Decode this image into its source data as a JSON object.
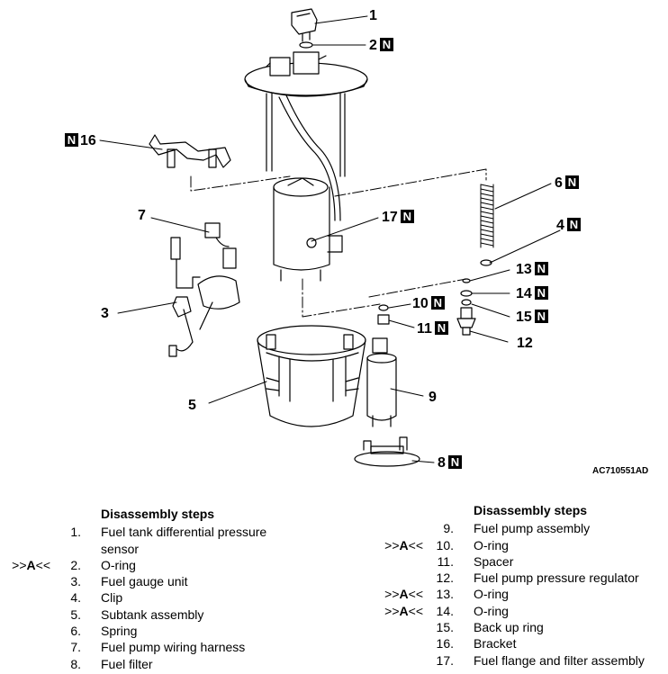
{
  "figure_code": "AC710551AD",
  "new_part_mark": "N",
  "procedure_ref": {
    "pre": ">>",
    "letter": "A",
    "post": "<<"
  },
  "callouts": [
    {
      "num": "1",
      "n": false
    },
    {
      "num": "2",
      "n": true
    },
    {
      "num": "3",
      "n": false
    },
    {
      "num": "4",
      "n": true
    },
    {
      "num": "5",
      "n": false
    },
    {
      "num": "6",
      "n": true
    },
    {
      "num": "7",
      "n": false
    },
    {
      "num": "8",
      "n": true
    },
    {
      "num": "9",
      "n": false
    },
    {
      "num": "10",
      "n": true
    },
    {
      "num": "11",
      "n": true
    },
    {
      "num": "12",
      "n": false
    },
    {
      "num": "13",
      "n": true
    },
    {
      "num": "14",
      "n": true
    },
    {
      "num": "15",
      "n": true
    },
    {
      "num": "16",
      "n": true
    },
    {
      "num": "17",
      "n": true
    }
  ],
  "left_list": {
    "heading": "Disassembly steps",
    "items": [
      {
        "num": "1.",
        "lines": [
          "Fuel tank differential pressure",
          "sensor"
        ],
        "ref": false
      },
      {
        "num": "2.",
        "lines": [
          "O-ring"
        ],
        "ref": true
      },
      {
        "num": "3.",
        "lines": [
          "Fuel gauge unit"
        ],
        "ref": false
      },
      {
        "num": "4.",
        "lines": [
          "Clip"
        ],
        "ref": false
      },
      {
        "num": "5.",
        "lines": [
          "Subtank assembly"
        ],
        "ref": false
      },
      {
        "num": "6.",
        "lines": [
          "Spring"
        ],
        "ref": false
      },
      {
        "num": "7.",
        "lines": [
          "Fuel pump wiring harness"
        ],
        "ref": false
      },
      {
        "num": "8.",
        "lines": [
          "Fuel filter"
        ],
        "ref": false
      }
    ]
  },
  "right_list": {
    "heading": "Disassembly steps",
    "items": [
      {
        "num": "9.",
        "text": "Fuel pump assembly",
        "ref": false
      },
      {
        "num": "10.",
        "text": "O-ring",
        "ref": true
      },
      {
        "num": "11.",
        "text": "Spacer",
        "ref": false
      },
      {
        "num": "12.",
        "text": "Fuel pump pressure regulator",
        "ref": false
      },
      {
        "num": "13.",
        "text": "O-ring",
        "ref": true
      },
      {
        "num": "14.",
        "text": "O-ring",
        "ref": true
      },
      {
        "num": "15.",
        "text": "Back up ring",
        "ref": false
      },
      {
        "num": "16.",
        "text": "Bracket",
        "ref": false
      },
      {
        "num": "17.",
        "text": "Fuel flange and filter assembly",
        "ref": false
      }
    ]
  }
}
